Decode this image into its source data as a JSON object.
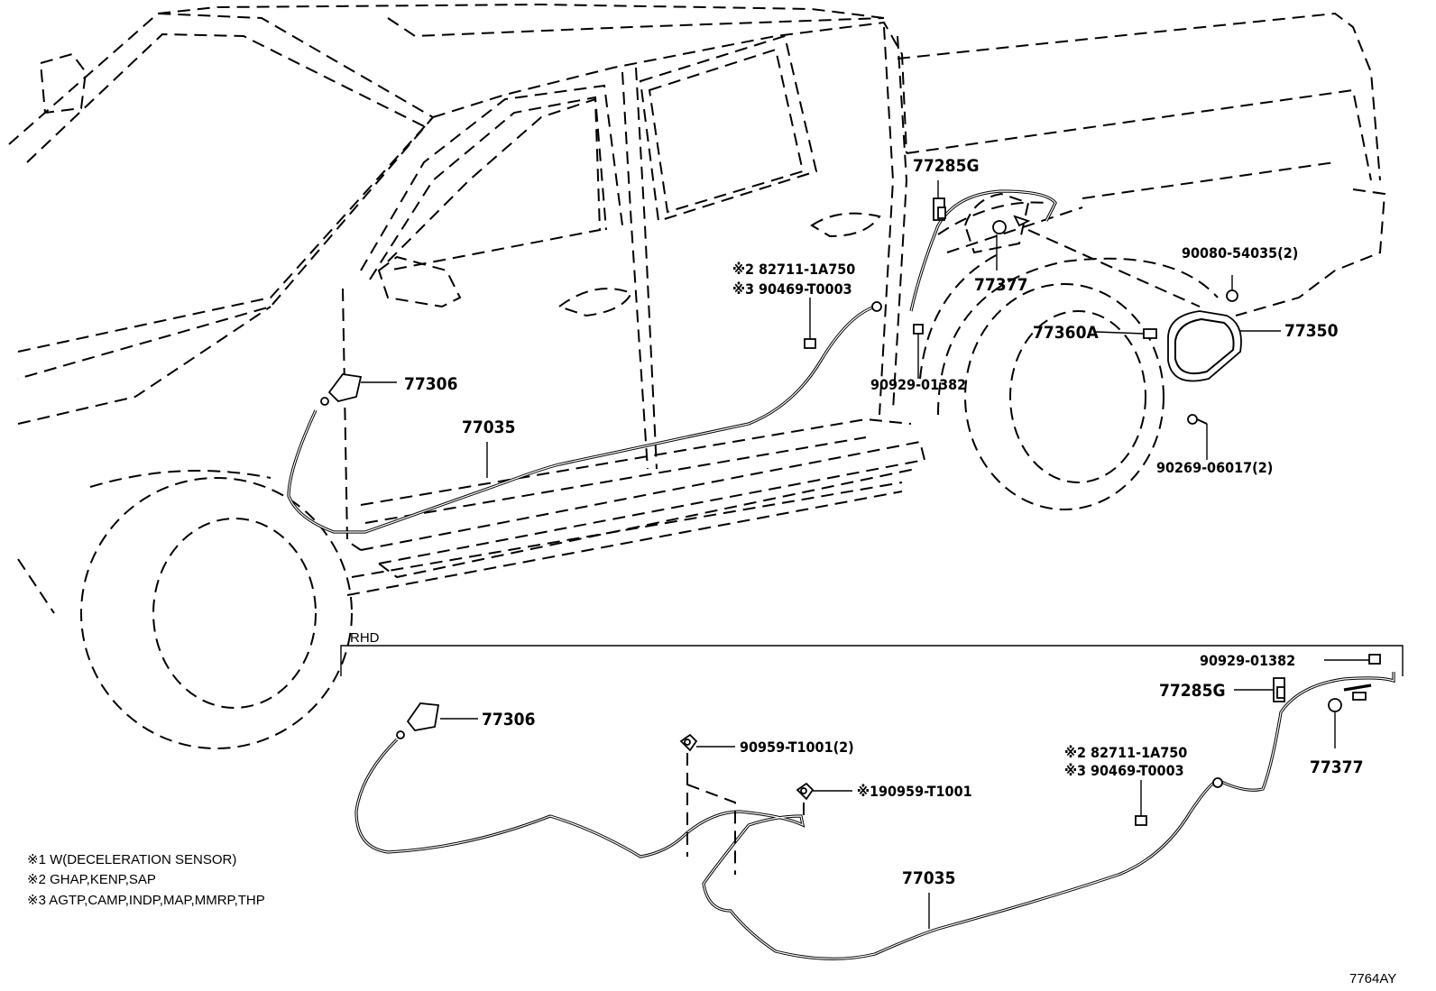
{
  "diagram_id": "7764AY",
  "section_label": "RHD",
  "main_view": {
    "labels": {
      "p77285G": "77285G",
      "p77377": "77377",
      "p90080": "90080-54035(2)",
      "p77360A": "77360A",
      "p77350": "77350",
      "p82711": "※2 82711-1A750",
      "p90469": "※3 90469-T0003",
      "p90929": "90929-01382",
      "p77306": "77306",
      "p77035": "77035",
      "p90269": "90269-06017(2)"
    }
  },
  "rhd_view": {
    "labels": {
      "p77306": "77306",
      "p90959a": "90959-T1001(2)",
      "p90959b": "※190959-T1001",
      "p82711": "※2 82711-1A750",
      "p90469": "※3 90469-T0003",
      "p90929": "90929-01382",
      "p77285G": "77285G",
      "p77377": "77377",
      "p77035": "77035"
    }
  },
  "notes": [
    "※1 W(DECELERATION SENSOR)",
    "※2 GHAP,KENP,SAP",
    "※3 AGTP,CAMP,INDP,MAP,MMRP,THP"
  ]
}
